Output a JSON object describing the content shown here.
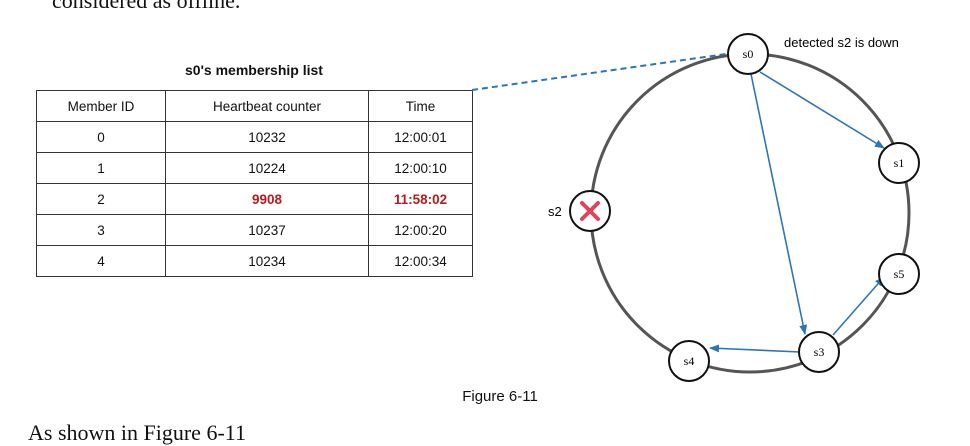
{
  "page": {
    "top_text": "considered as offline.",
    "bottom_text": "As shown in Figure 6-11",
    "caption": "Figure 6-11"
  },
  "membership_table": {
    "title": "s0's membership list",
    "columns": [
      "Member ID",
      "Heartbeat counter",
      "Time"
    ],
    "rows": [
      {
        "id": "0",
        "heartbeat": "10232",
        "time": "12:00:01",
        "failed": false
      },
      {
        "id": "1",
        "heartbeat": "10224",
        "time": "12:00:10",
        "failed": false
      },
      {
        "id": "2",
        "heartbeat": "9908",
        "time": "11:58:02",
        "failed": true
      },
      {
        "id": "3",
        "heartbeat": "10237",
        "time": "12:00:20",
        "failed": false
      },
      {
        "id": "4",
        "heartbeat": "10234",
        "time": "12:00:34",
        "failed": false
      }
    ],
    "highlight_color": "#b71c1c"
  },
  "diagram": {
    "annotation": "detected s2 is down",
    "nodes": [
      {
        "id": "s0",
        "label": "s0"
      },
      {
        "id": "s1",
        "label": "s1"
      },
      {
        "id": "s2",
        "label": "s2",
        "status": "down",
        "side_label": "s2"
      },
      {
        "id": "s3",
        "label": "s3"
      },
      {
        "id": "s4",
        "label": "s4"
      },
      {
        "id": "s5",
        "label": "s5"
      }
    ],
    "edges": [
      {
        "from": "s0",
        "to": "s1"
      },
      {
        "from": "s0",
        "to": "s3"
      },
      {
        "from": "s3",
        "to": "s4"
      },
      {
        "from": "s3",
        "to": "s5"
      }
    ],
    "arrow_color": "#2e75b6",
    "ring_color": "#555555",
    "down_mark_color": "#e0435a"
  }
}
